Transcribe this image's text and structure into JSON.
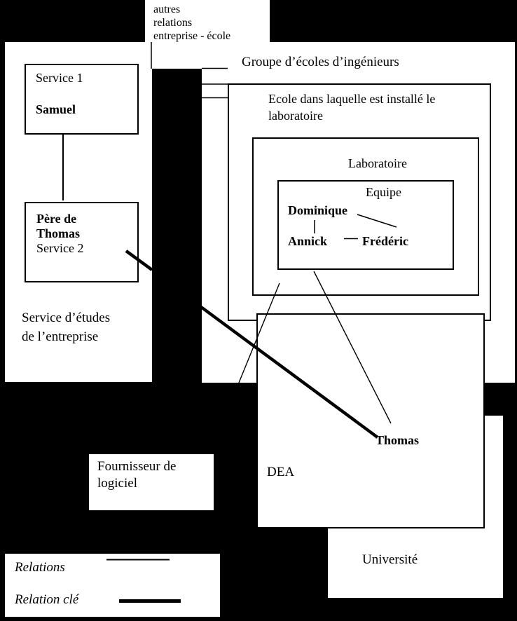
{
  "colors": {
    "background": "#000000",
    "surface": "#ffffff",
    "line": "#000000"
  },
  "boxes": {
    "autres": {
      "lines": [
        "autres",
        "relations",
        "entreprise - école"
      ]
    },
    "groupe": {
      "label": "Groupe d’écoles d’ingénieurs"
    },
    "ecole": {
      "label_lines": [
        "Ecole dans laquelle est installé le",
        "laboratoire"
      ]
    },
    "laboratoire": {
      "label": "Laboratoire"
    },
    "equipe": {
      "label": "Equipe",
      "members": [
        "Dominique",
        "Annick",
        "Frédéric"
      ]
    },
    "entreprise": {
      "service1_box": {
        "service": "Service 1",
        "person": "Samuel"
      },
      "service2_box": {
        "person_lines": [
          "Père de",
          "Thomas"
        ],
        "service": "Service 2"
      },
      "caption_lines": [
        "Service d’études",
        "de l’entreprise"
      ]
    },
    "dea": {
      "label": "DEA",
      "person": "Thomas"
    },
    "universite": {
      "label": "Université"
    },
    "fournisseur": {
      "lines": [
        "Fournisseur de",
        "logiciel"
      ]
    }
  },
  "legend": {
    "relations": "Relations",
    "relation_cle": "Relation clé"
  },
  "relations_data": {
    "thin_relations": [
      "Samuel – Père de Thomas",
      "Dominique – Annick",
      "Dominique – Frédéric",
      "Annick – Frédéric",
      "Equipe – Thomas",
      "entreprise – école (autres relations)"
    ],
    "key_relation": "Père de Thomas – Thomas"
  }
}
